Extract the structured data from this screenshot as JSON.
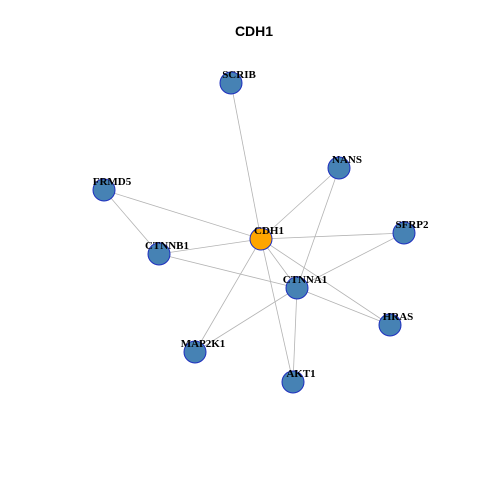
{
  "title": "CDH1",
  "colors": {
    "hub_fill": "#FFA500",
    "node_fill": "#4682B4",
    "node_stroke": "#1F2FBF",
    "edge": "#B3B3B3"
  },
  "nodes": [
    {
      "id": "CDH1",
      "label": "CDH1",
      "hub": true
    },
    {
      "id": "SCRIB",
      "label": "SCRIB",
      "hub": false
    },
    {
      "id": "NANS",
      "label": "NANS",
      "hub": false
    },
    {
      "id": "FRMD5",
      "label": "FRMD5",
      "hub": false
    },
    {
      "id": "SFRP2",
      "label": "SFRP2",
      "hub": false
    },
    {
      "id": "CTNNB1",
      "label": "CTNNB1",
      "hub": false
    },
    {
      "id": "CTNNA1",
      "label": "CTNNA1",
      "hub": false
    },
    {
      "id": "HRAS",
      "label": "HRAS",
      "hub": false
    },
    {
      "id": "MAP2K1",
      "label": "MAP2K1",
      "hub": false
    },
    {
      "id": "AKT1",
      "label": "AKT1",
      "hub": false
    }
  ],
  "edges": [
    [
      "CDH1",
      "SCRIB"
    ],
    [
      "CDH1",
      "NANS"
    ],
    [
      "CDH1",
      "FRMD5"
    ],
    [
      "CDH1",
      "SFRP2"
    ],
    [
      "CDH1",
      "CTNNB1"
    ],
    [
      "CDH1",
      "CTNNA1"
    ],
    [
      "CDH1",
      "HRAS"
    ],
    [
      "CDH1",
      "MAP2K1"
    ],
    [
      "CDH1",
      "AKT1"
    ],
    [
      "FRMD5",
      "CTNNB1"
    ],
    [
      "CTNNB1",
      "CTNNA1"
    ],
    [
      "NANS",
      "CTNNA1"
    ],
    [
      "SFRP2",
      "CTNNA1"
    ],
    [
      "CTNNA1",
      "HRAS"
    ],
    [
      "CTNNA1",
      "MAP2K1"
    ],
    [
      "CTNNA1",
      "AKT1"
    ]
  ]
}
